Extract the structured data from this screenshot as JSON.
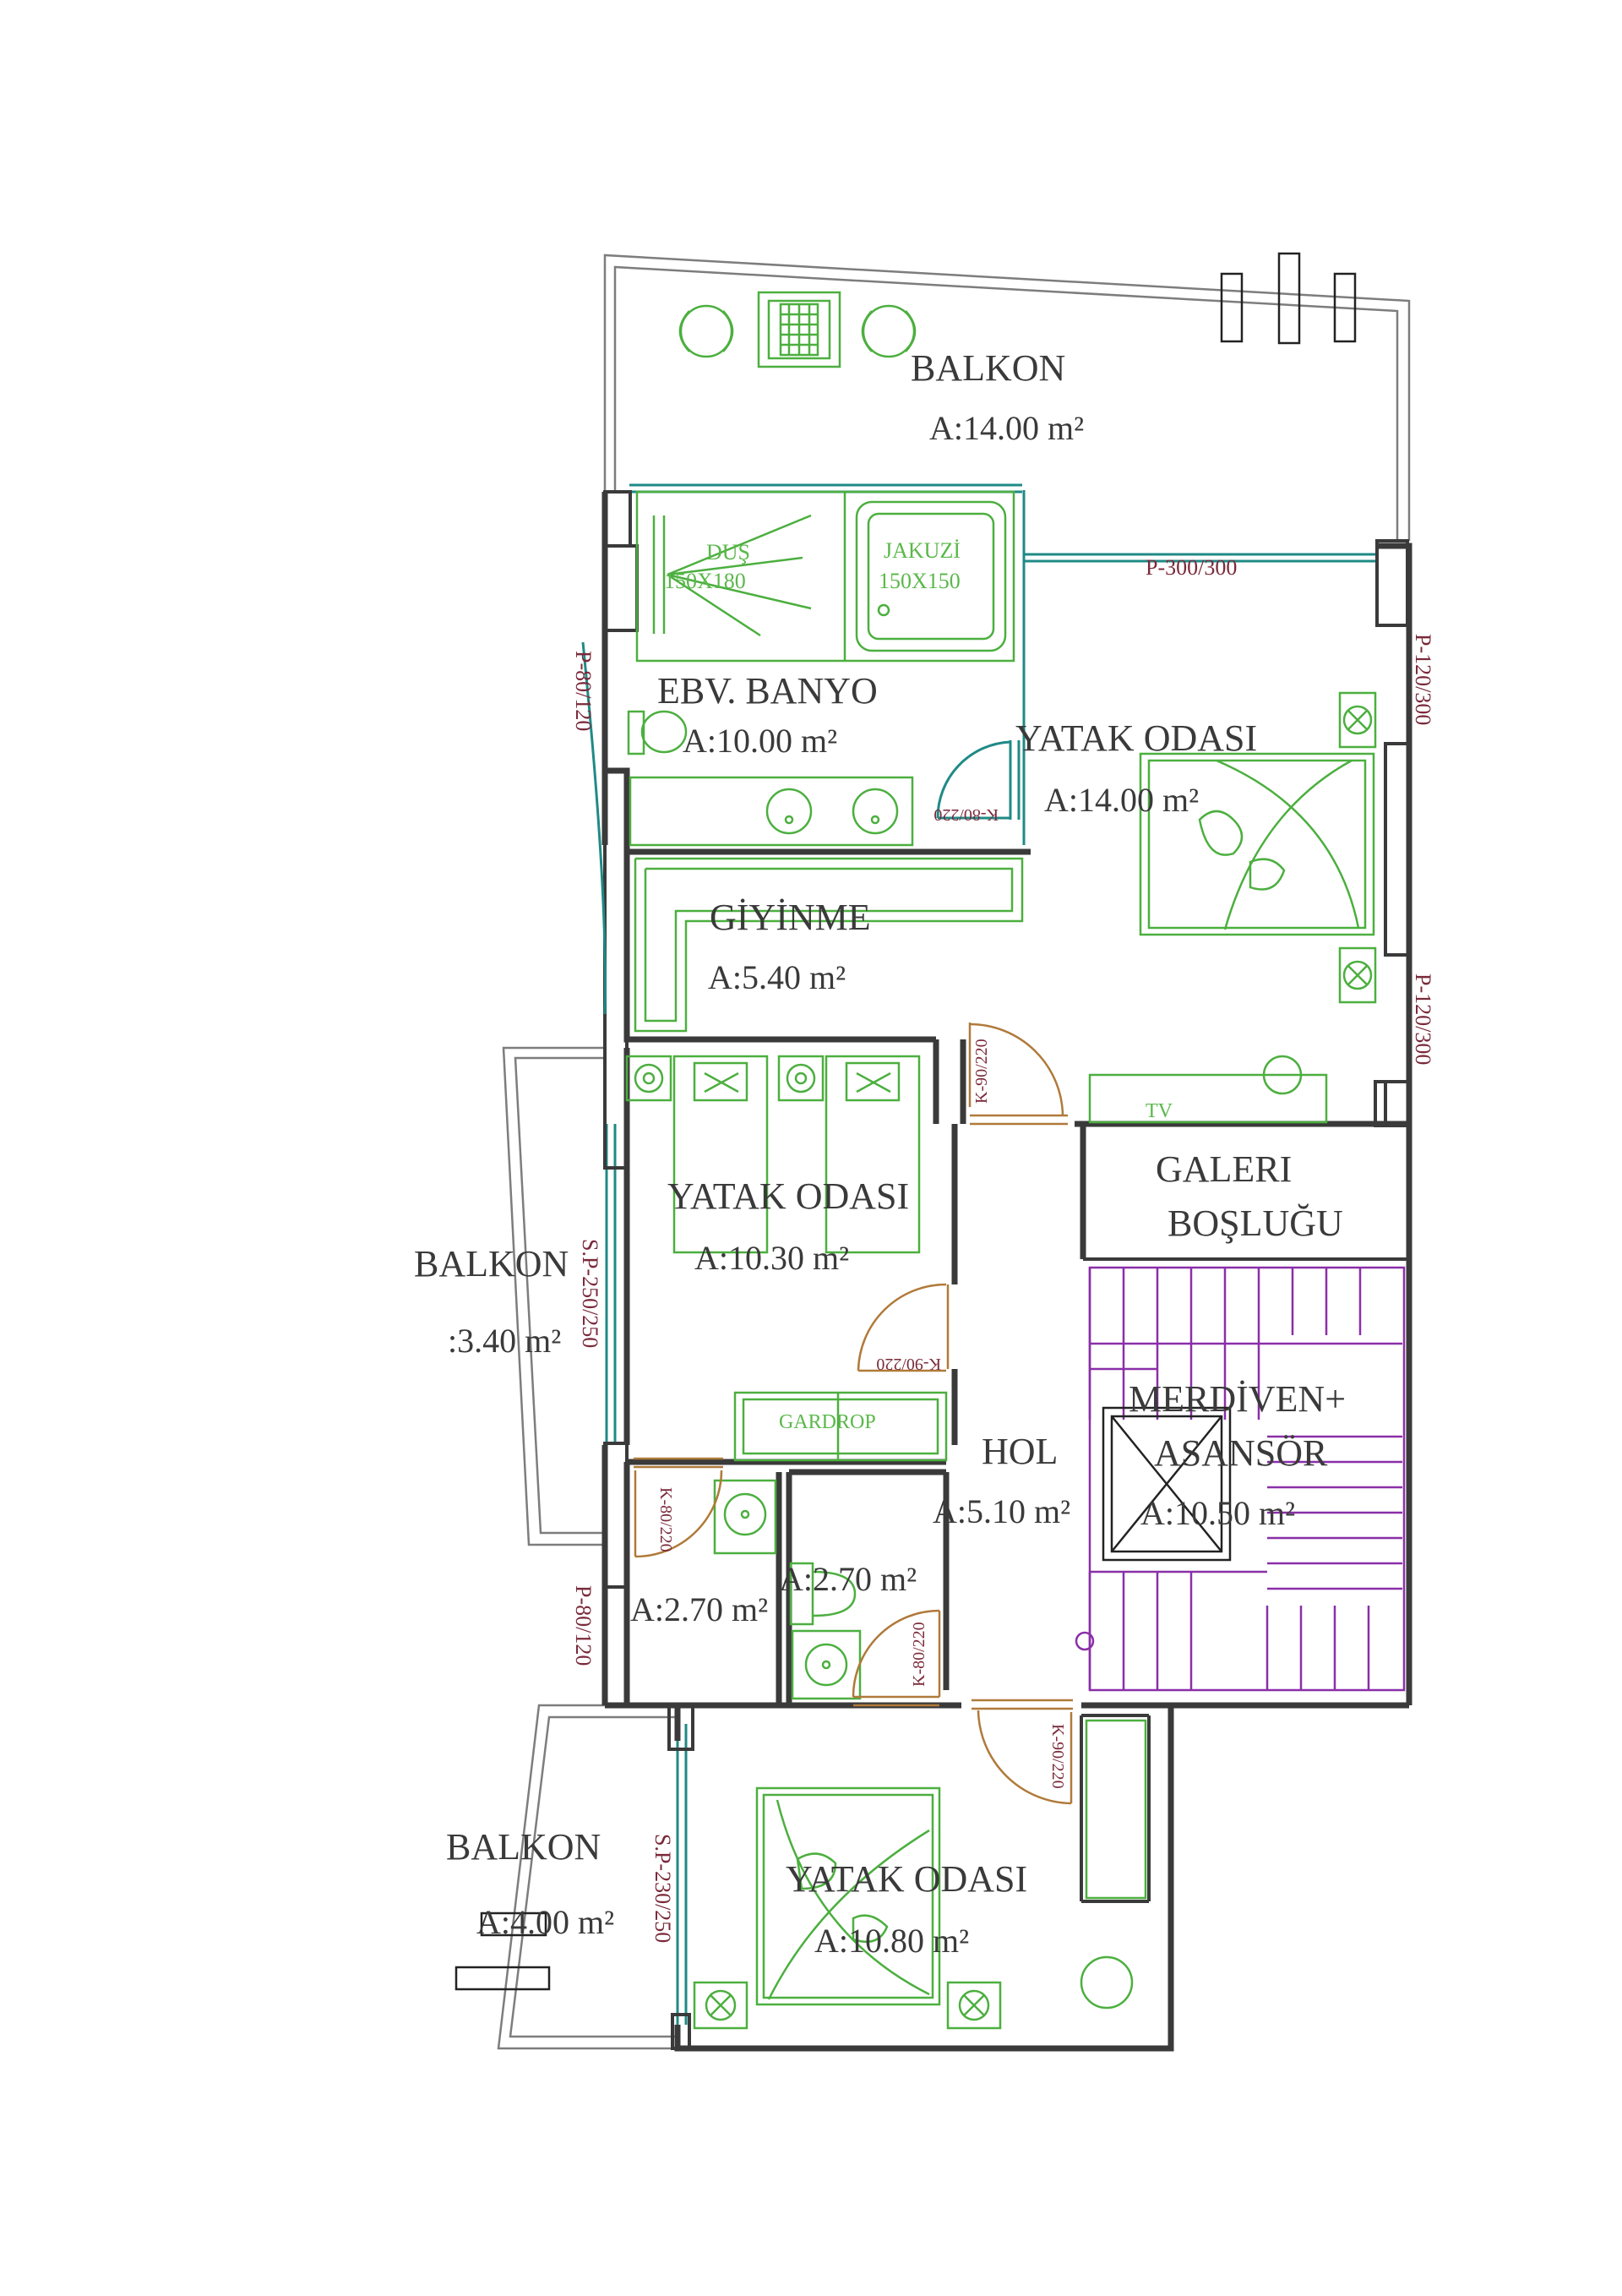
{
  "rooms": {
    "balkon_top": {
      "name": "BALKON",
      "area": "A:14.00 m²"
    },
    "banyo": {
      "name": "EBV. BANYO",
      "area": "A:10.00 m²"
    },
    "yatak_master": {
      "name": "YATAK ODASI",
      "area": "A:14.00 m²"
    },
    "giyinme": {
      "name": "GİYİNME",
      "area": "A:5.40 m²"
    },
    "yatak_twin": {
      "name": "YATAK ODASI",
      "area": "A:10.30 m²"
    },
    "galeri": {
      "line1": "GALERI",
      "line2": "BOŞLUĞU"
    },
    "balkon_left": {
      "name": "BALKON",
      "area": ":3.40 m²"
    },
    "hol": {
      "name": "HOL",
      "area": "A:5.10 m²"
    },
    "merdiven": {
      "line1": "MERDİVEN+",
      "line2": "ASANSÖR",
      "area": "A:10.50 m²"
    },
    "wc_left": {
      "area": "A:2.70 m²"
    },
    "wc_right": {
      "area": "A:2.70 m²"
    },
    "balkon_bottom": {
      "name": "BALKON",
      "area": "A:4.00 m²"
    },
    "yatak_bottom": {
      "name": "YATAK ODASI",
      "area": "A:10.80 m²"
    }
  },
  "fixtures": {
    "dus": "DUŞ",
    "dus_size": "150X180",
    "jakuzi": "JAKUZİ",
    "jakuzi_size": "150X150",
    "gardrop": "GARDROP",
    "tv": "TV"
  },
  "dimensions": {
    "p_300_300": "P-300/300",
    "p_80_120_top": "P-80/120",
    "p_120_300_a": "P-120/300",
    "p_120_300_b": "P-120/300",
    "sp_250_250": "S.P-250/250",
    "p_80_120_bottom": "P-80/120",
    "sp_230_250": "S.P-230/250",
    "k_80_220_banyo": "K-80/220",
    "k_90_220_master": "K-90/220",
    "k_90_220_twin": "K-90/220",
    "k_80_220_wc1": "K-80/220",
    "k_80_220_wc2": "K-80/220",
    "k_90_220_bottom": "K-90/220"
  },
  "colors": {
    "wall": "#3a3a3a",
    "window": "#1f8a86",
    "furniture": "#4caf3f",
    "door": "#b07a3a",
    "stair": "#8a2fa8",
    "dimension_text": "#7a2a3a"
  }
}
